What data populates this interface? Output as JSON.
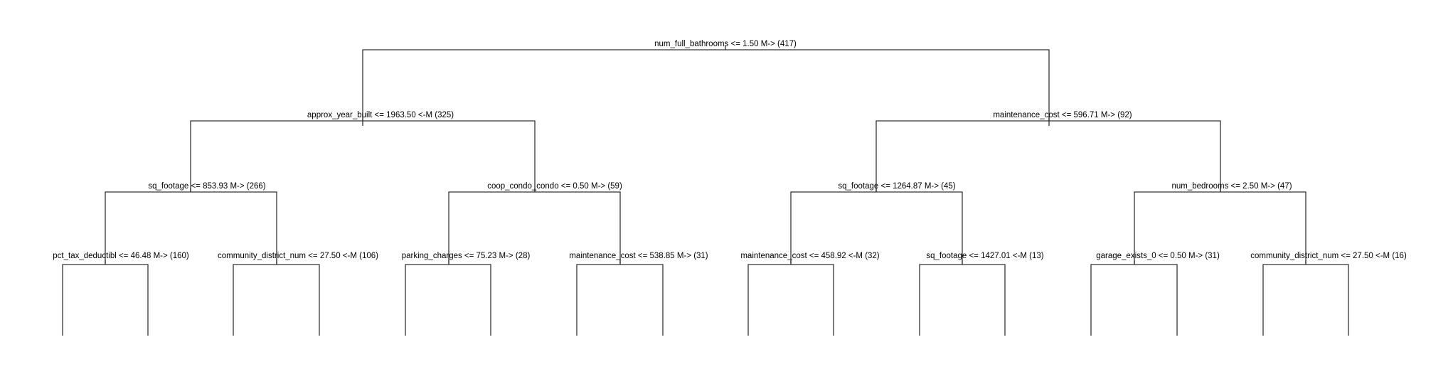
{
  "tree": {
    "root": {
      "label": "num_full_bathrooms <= 1.50 M-> (417)",
      "left": {
        "label": "approx_year_built <= 1963.50 <-M (325)",
        "left": {
          "label": "sq_footage <= 853.93 M-> (266)",
          "left": {
            "label": "pct_tax_deductibl <= 46.48 M-> (160)"
          },
          "right": {
            "label": "community_district_num <= 27.50 <-M (106)"
          }
        },
        "right": {
          "label": "coop_condo_condo <= 0.50 M-> (59)",
          "left": {
            "label": "parking_charges <= 75.23 M-> (28)"
          },
          "right": {
            "label": "maintenance_cost <= 538.85 M-> (31)"
          }
        }
      },
      "right": {
        "label": "maintenance_cost <= 596.71 M-> (92)",
        "left": {
          "label": "sq_footage <= 1264.87 M-> (45)",
          "left": {
            "label": "maintenance_cost <= 458.92 <-M (32)"
          },
          "right": {
            "label": "sq_footage <= 1427.01 <-M (13)"
          }
        },
        "right": {
          "label": "num_bedrooms <= 2.50 M-> (47)",
          "left": {
            "label": "garage_exists_0 <= 0.50 M-> (31)"
          },
          "right": {
            "label": "community_district_num <= 27.50 <-M (16)"
          }
        }
      }
    }
  }
}
